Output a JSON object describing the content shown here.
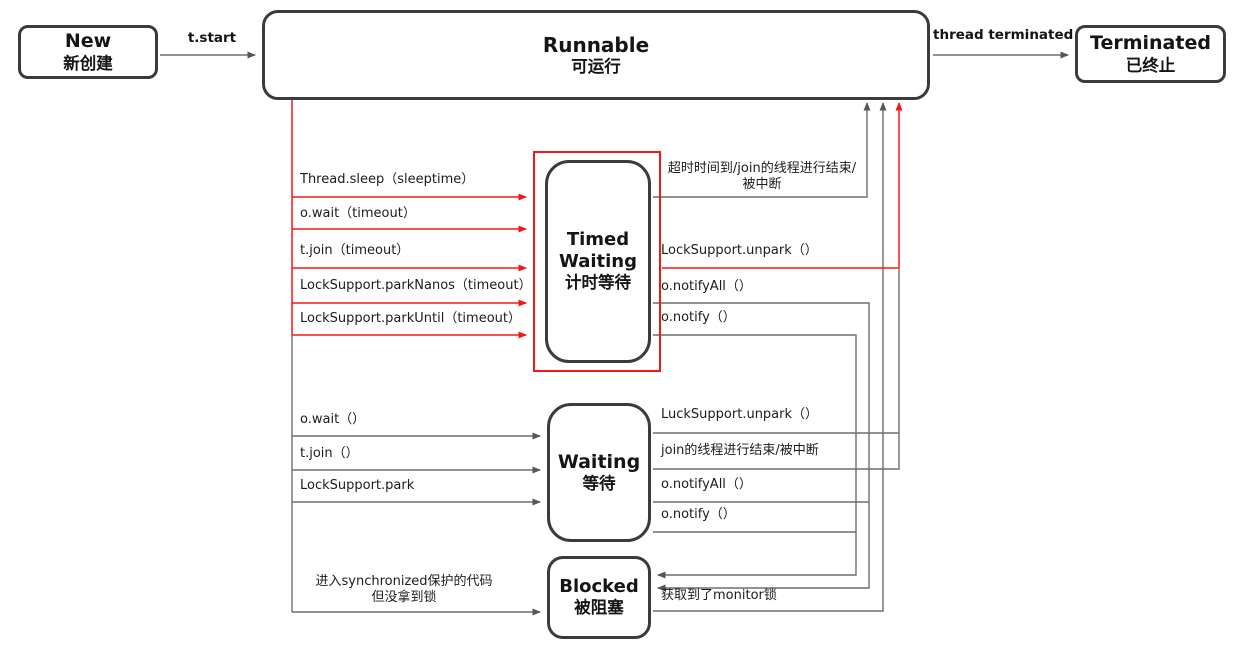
{
  "states": {
    "new": {
      "en": "New",
      "zh": "新创建"
    },
    "runnable": {
      "en": "Runnable",
      "zh": "可运行"
    },
    "terminated": {
      "en": "Terminated",
      "zh": "已终止"
    },
    "timed_waiting": {
      "en": "Timed Waiting",
      "zh": "计时等待"
    },
    "waiting": {
      "en": "Waiting",
      "zh": "等待"
    },
    "blocked": {
      "en": "Blocked",
      "zh": "被阻塞"
    }
  },
  "transitions": {
    "t_start": "t.start",
    "thread_terminated": "thread terminated",
    "thread_sleep": "Thread.sleep（sleeptime）",
    "o_wait_timeout": "o.wait（timeout）",
    "t_join_timeout": "t.join（timeout）",
    "park_nanos": "LockSupport.parkNanos（timeout）",
    "park_until": "LockSupport.parkUntil（timeout）",
    "timeout_line1": "超时时间到/join的线程进行结束/",
    "timeout_line2": "被中断",
    "ls_unpark": "LockSupport.unpark（）",
    "tw_notify_all": "o.notifyAll（）",
    "tw_notify": "o.notify（）",
    "o_wait": "o.wait（）",
    "t_join": "t.join（）",
    "ls_park": "LockSupport.park",
    "w_unpark": "LuckSupport.unpark（）",
    "w_join_end": "join的线程进行结束/被中断",
    "w_notify_all": "o.notifyAll（）",
    "w_notify": "o.notify（）",
    "enter_sync_line1": "进入synchronized保护的代码",
    "enter_sync_line2": "但没拿到锁",
    "got_monitor": "获取到了monitor锁"
  },
  "colors": {
    "box_border": "#3b3b3b",
    "gray_line": "#6f6f6f",
    "red_line": "#f71616",
    "background": "#ffffff"
  }
}
